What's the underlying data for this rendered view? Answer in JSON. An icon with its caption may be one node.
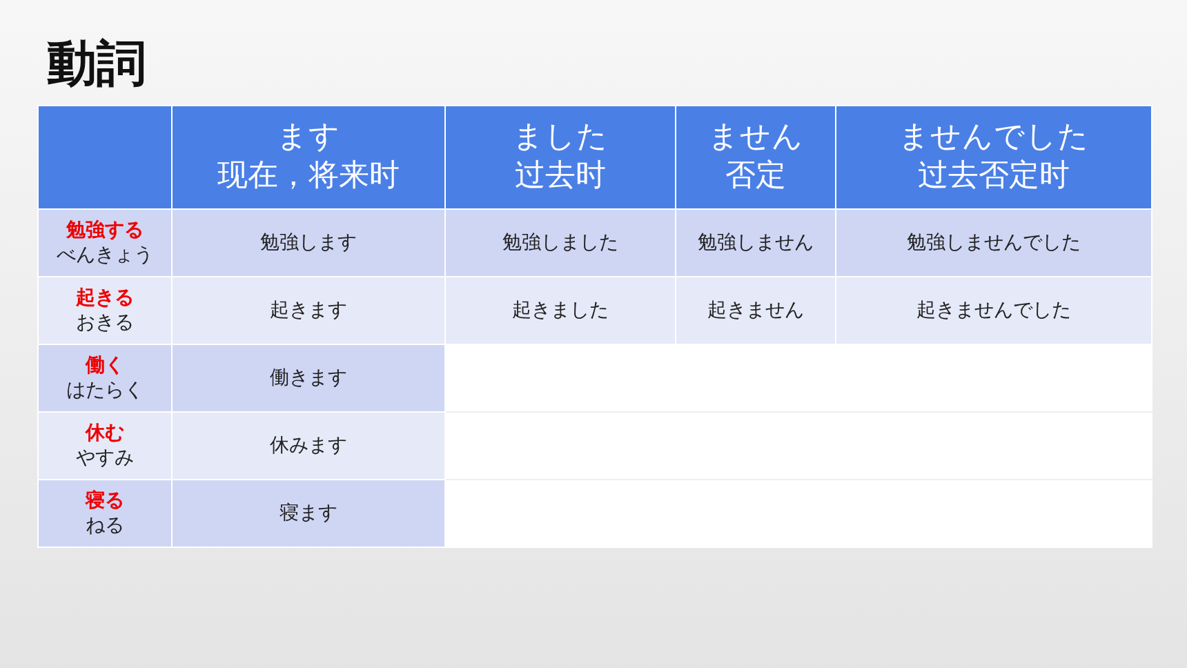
{
  "diagram": {
    "title": "動詞",
    "labels": [
      "ます",
      "现在，将来时",
      "ました",
      "过去时",
      "ません",
      "否定",
      "ませんでした",
      "过去否定时",
      "勉強する",
      "べんきょう",
      "勉強します",
      "勉強しました",
      "勉強しません",
      "勉強しませんでした",
      "起きる",
      "おきる",
      "起きます",
      "起きました",
      "起きません",
      "起きませんでした",
      "働く",
      "はたらく",
      "働きます",
      "休む",
      "やすみ",
      "休みます",
      "寝る",
      "ねる",
      "寝ます"
    ]
  }
}
